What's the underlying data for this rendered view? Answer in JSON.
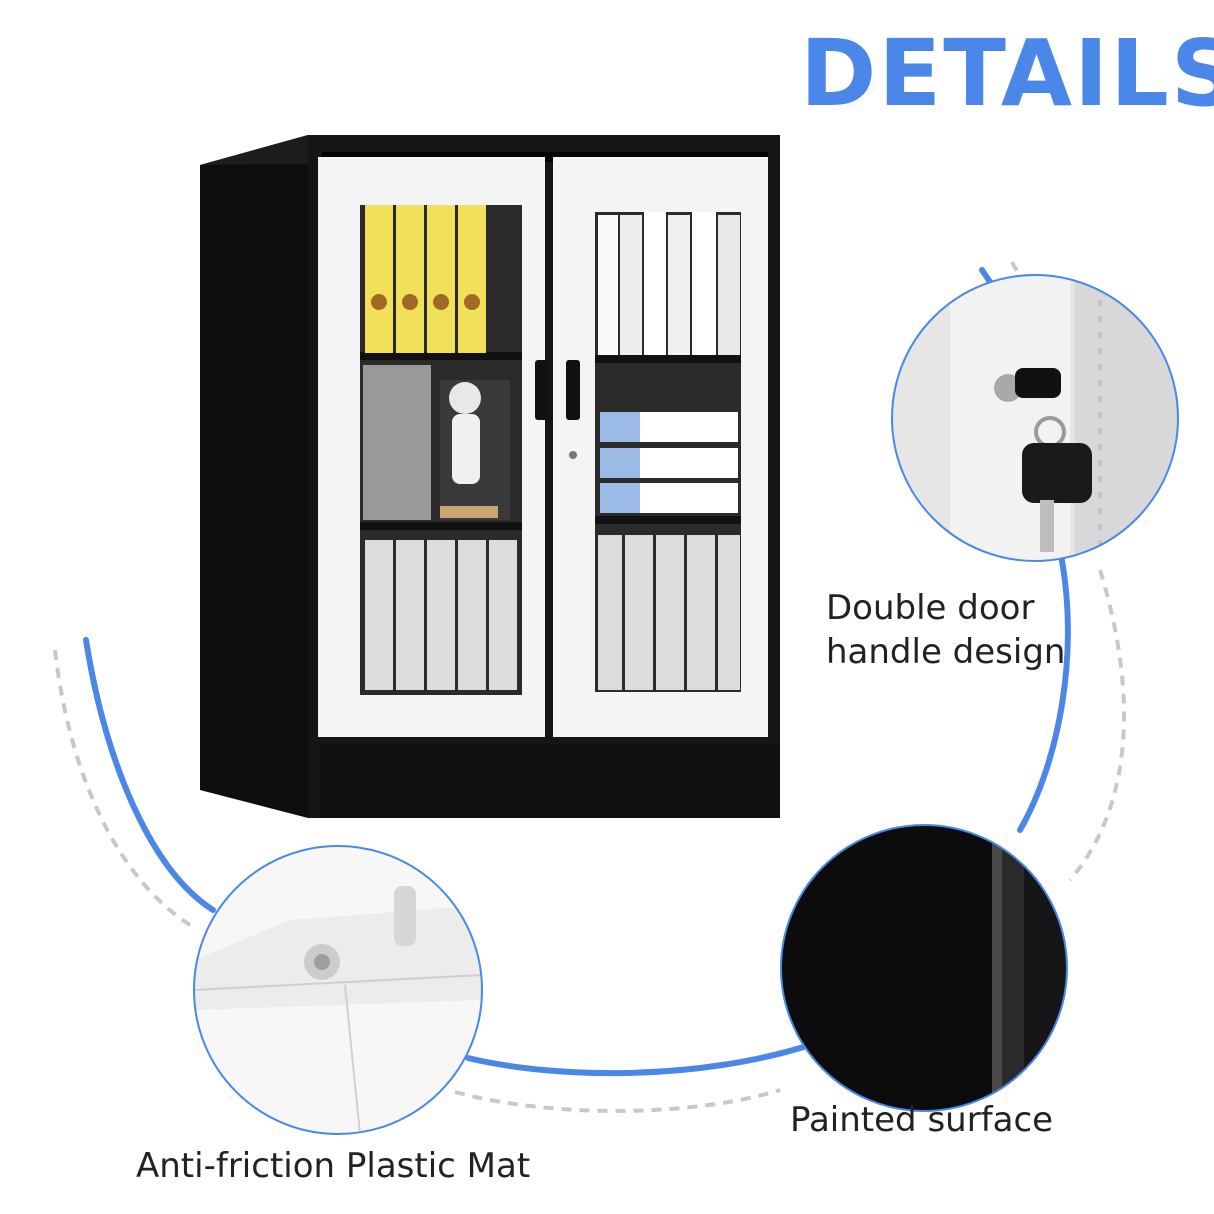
{
  "title": "DETAILS",
  "colors": {
    "accent": "#4a87e8",
    "cabinet_body": "#151515",
    "door": "#f4f4f4",
    "dashed_line": "#c8c8c8"
  },
  "callouts": [
    {
      "id": "lock",
      "label_lines": [
        "Double door",
        "handle design"
      ]
    },
    {
      "id": "paint",
      "label": "Painted surface"
    },
    {
      "id": "mat",
      "label": "Anti-friction Plastic Mat"
    }
  ]
}
